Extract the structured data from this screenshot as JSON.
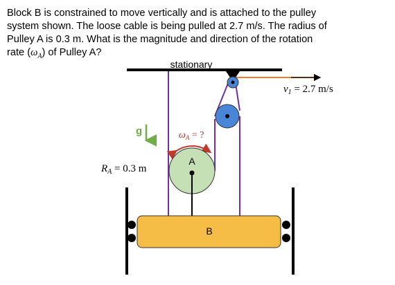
{
  "problem": {
    "line1": "Block B is constrained to move vertically and is attached to the pulley",
    "line2": "system shown.  The loose cable is being pulled at 2.7 m/s.  The radius of",
    "line3": "Pulley A is 0.3 m.  What is the magnitude and direction of the rotation",
    "line4_prefix": "rate (",
    "line4_omega": "ω",
    "line4_sub": "A",
    "line4_suffix": ") of Pulley A?"
  },
  "diagram": {
    "ceiling_label": "stationary",
    "velocity_label": "v",
    "velocity_sub": "1",
    "velocity_value": " = 2.7 m/s",
    "gravity_label": "g",
    "omega_label": "ω",
    "omega_sub": "A",
    "omega_value": " = ?",
    "radius_label": "R",
    "radius_sub": "A",
    "radius_value": " = 0.3 m",
    "pulley_a_label": "A",
    "block_label": "B"
  },
  "colors": {
    "cable_purple": "#7030a0",
    "cable_orange": "#ed7d31",
    "pulley_blue": "#4a86d8",
    "pulley_a_fill": "#c5e0b4",
    "block_fill": "#f5bd45",
    "gravity_green": "#70ad47",
    "omega_red": "#c0392b"
  }
}
